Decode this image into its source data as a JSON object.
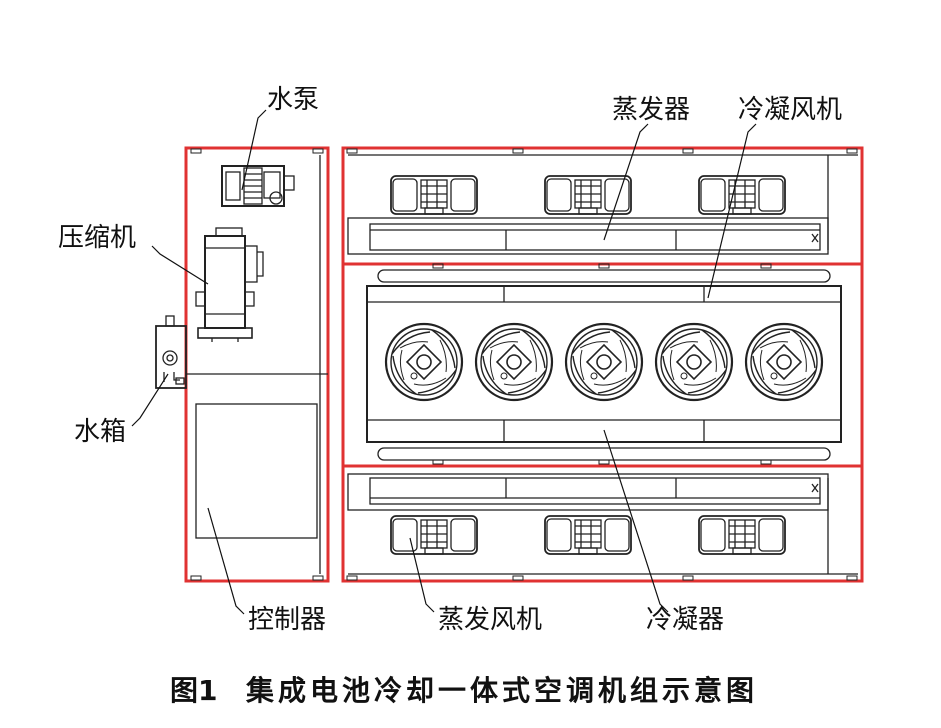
{
  "labels": {
    "water_pump": "水泵",
    "compressor": "压缩机",
    "water_tank": "水箱",
    "controller": "控制器",
    "evaporator": "蒸发器",
    "condenser_fan": "冷凝风机",
    "evaporator_fan": "蒸发风机",
    "condenser": "冷凝器"
  },
  "caption": {
    "figure_no": "图1",
    "title": "集成电池冷却一体式空调机组示意图"
  },
  "colors": {
    "frame": "#e03232",
    "line": "#222222"
  }
}
